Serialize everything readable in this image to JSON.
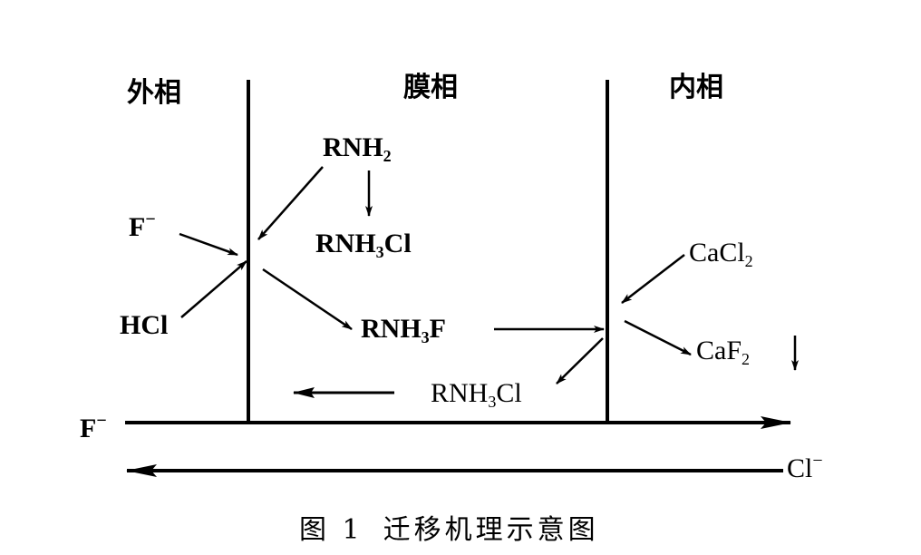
{
  "phases": {
    "outer": "外相",
    "membrane": "膜相",
    "inner": "内相"
  },
  "species": {
    "rnh2": {
      "base": "RNH",
      "sub": "2"
    },
    "rnh3cl_top": {
      "base": "RNH",
      "sub": "3",
      "tail": "Cl"
    },
    "f_minus_left": {
      "base": "F",
      "sup": "−"
    },
    "hcl": {
      "base": "HCl"
    },
    "rnh3f": {
      "base": "RNH",
      "sub": "3",
      "tail": "F"
    },
    "rnh3cl_bottom": {
      "base": "RNH",
      "sub": "3",
      "tail": "Cl"
    },
    "cacl2": {
      "base": "CaCl",
      "sub": "2"
    },
    "caf2": {
      "base": "CaF",
      "sub": "2"
    },
    "precipitate_symbol": "↓",
    "f_minus_flow": {
      "base": "F",
      "sup": "−"
    },
    "cl_minus_flow": {
      "base": "Cl",
      "sup": "−"
    }
  },
  "caption": {
    "figure_label": "图 1",
    "title": "迁移机理示意图"
  }
}
